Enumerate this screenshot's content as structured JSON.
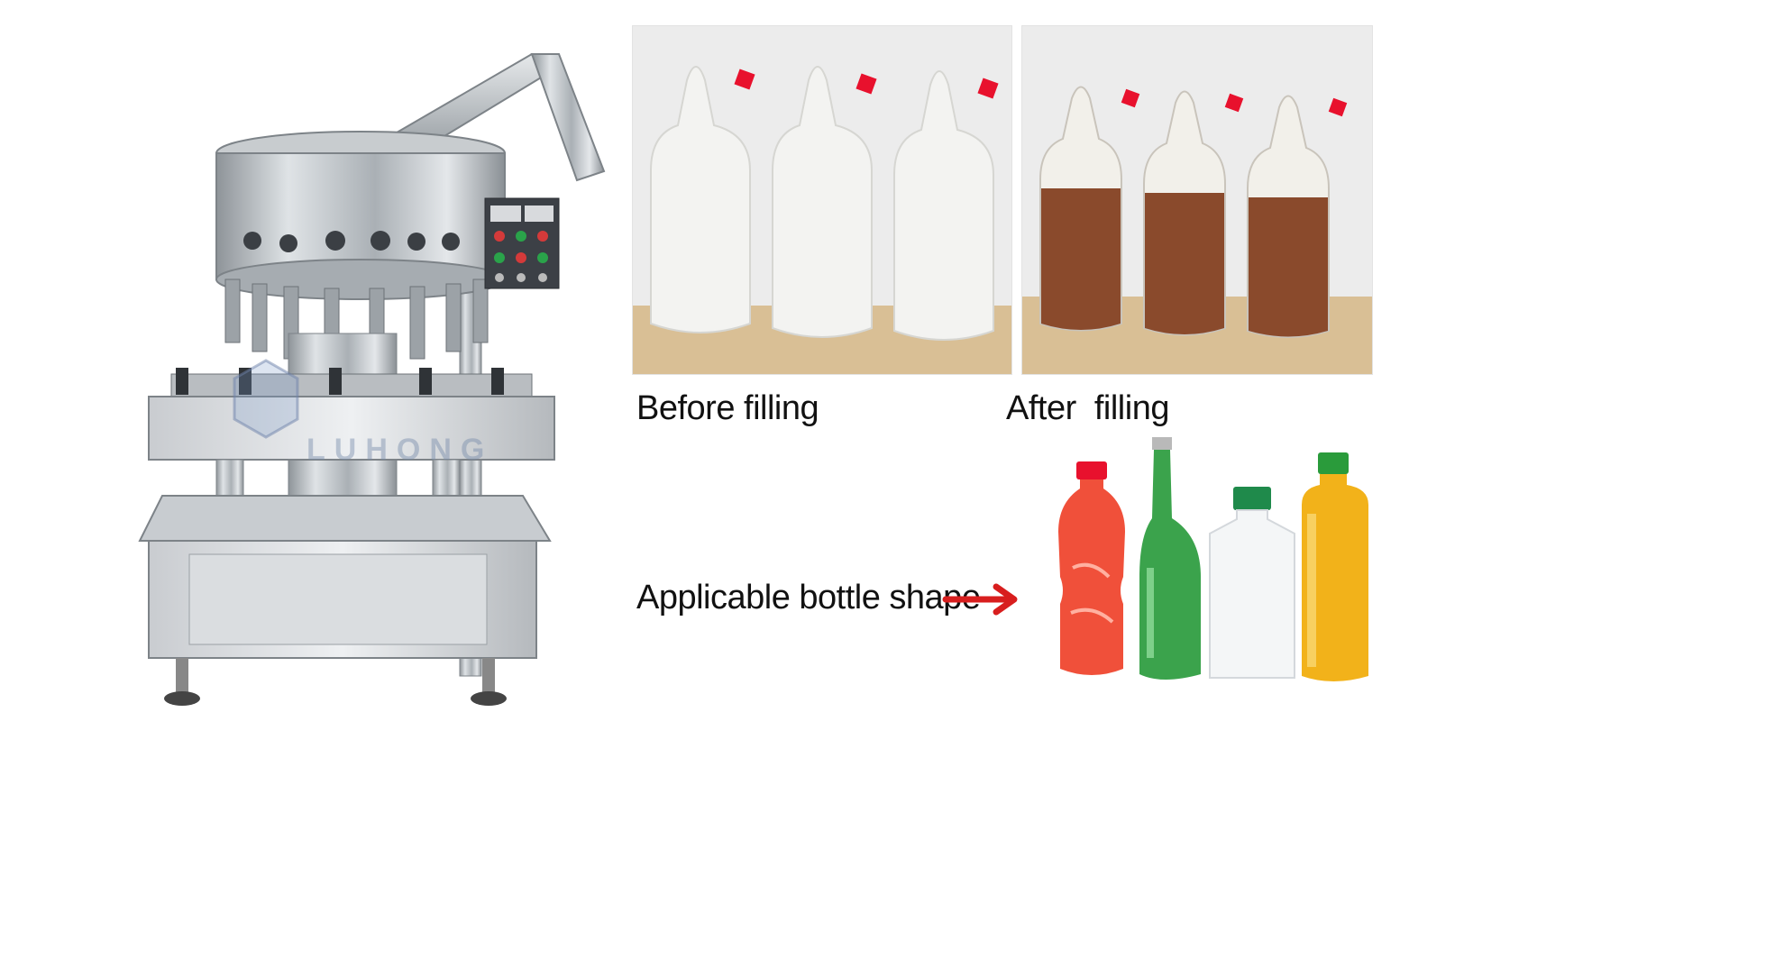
{
  "captions": {
    "before": "Before filling",
    "after": "After  filling",
    "applicable": "Applicable bottle shape"
  },
  "watermark": {
    "brand": "LUHONG"
  },
  "icons": {
    "arrow": "arrow-right-icon"
  },
  "colors": {
    "arrow": "#d81e1e",
    "cap_red": "#e8112d",
    "liquid": "#8a4a2c",
    "steel": "#b8bcc0"
  }
}
